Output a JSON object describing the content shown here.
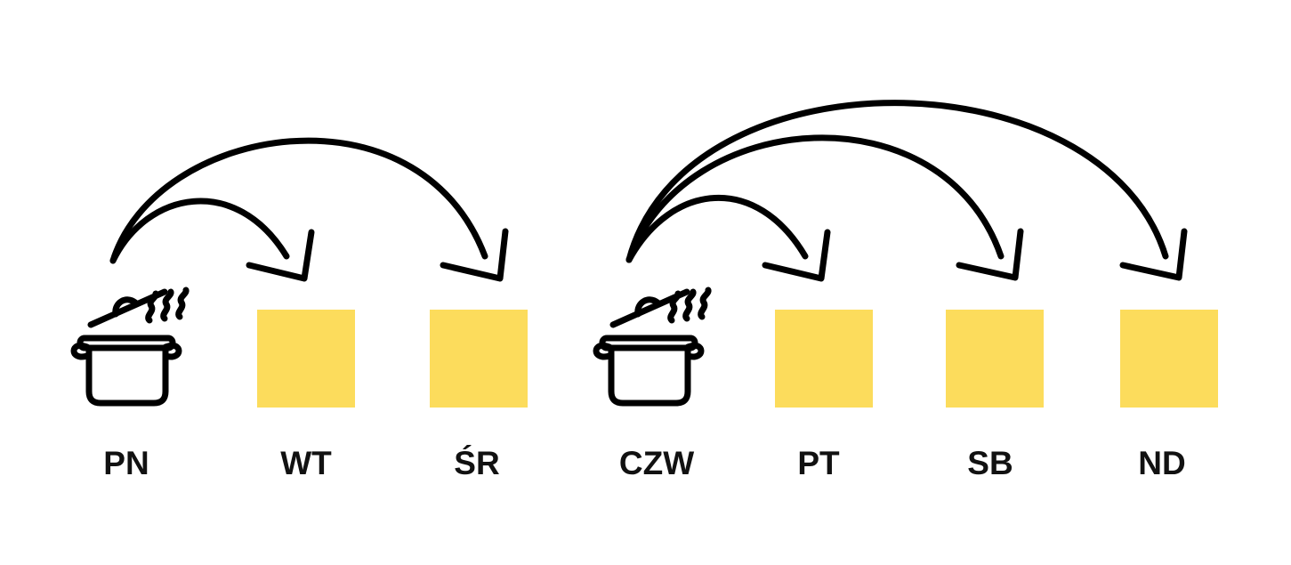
{
  "colors": {
    "meal_box": "#FCDC5C",
    "stroke": "#000000"
  },
  "days": [
    {
      "label": "PN",
      "type": "cook",
      "icon": "cooking-pot-icon"
    },
    {
      "label": "WT",
      "type": "meal"
    },
    {
      "label": "ŚR",
      "type": "meal"
    },
    {
      "label": "CZW",
      "type": "cook",
      "icon": "cooking-pot-icon"
    },
    {
      "label": "PT",
      "type": "meal"
    },
    {
      "label": "SB",
      "type": "meal"
    },
    {
      "label": "ND",
      "type": "meal"
    }
  ],
  "arrows": [
    {
      "from": "PN",
      "to": "WT"
    },
    {
      "from": "PN",
      "to": "ŚR"
    },
    {
      "from": "CZW",
      "to": "PT"
    },
    {
      "from": "CZW",
      "to": "SB"
    },
    {
      "from": "CZW",
      "to": "ND"
    }
  ]
}
